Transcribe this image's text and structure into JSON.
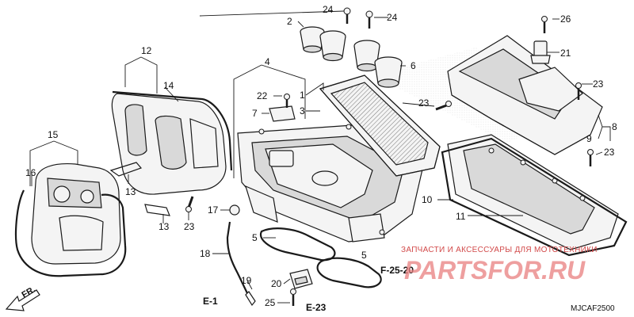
{
  "labels": {
    "l1": "1",
    "l2": "2",
    "l3": "3",
    "l4": "4",
    "l5a": "5",
    "l5b": "5",
    "l6": "6",
    "l7": "7",
    "l8": "8",
    "l9": "9",
    "l10": "10",
    "l11": "11",
    "l12": "12",
    "l13a": "13",
    "l13b": "13",
    "l14": "14",
    "l15": "15",
    "l16": "16",
    "l17": "17",
    "l18": "18",
    "l19": "19",
    "l20": "20",
    "l21": "21",
    "l22": "22",
    "l23a": "23",
    "l23b": "23",
    "l23c": "23",
    "l23d": "23",
    "l24a": "24",
    "l24b": "24",
    "l25": "25",
    "l26": "26"
  },
  "references": {
    "e1": "E-1",
    "e23": "E-23",
    "f2520": "F-25-20"
  },
  "direction_label": "FR.",
  "diagram_code": "MJCAF2500",
  "watermark": {
    "tagline": "ЗАПЧАСТИ И АКСЕССУАРЫ ДЛЯ МОТОТЕХНИКИ",
    "logo": "PARTSFOR.RU"
  },
  "colors": {
    "line": "#1a1a1a",
    "watermark": "#e98080"
  }
}
